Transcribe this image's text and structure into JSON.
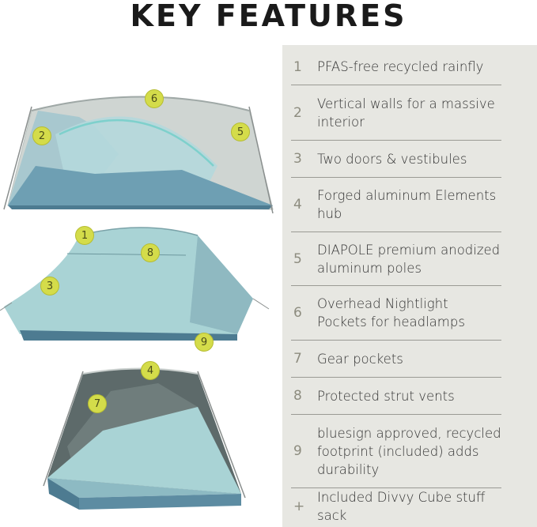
{
  "title": "KEY FEATURES",
  "features": [
    {
      "num": "1",
      "text": "PFAS-free recycled rainfly"
    },
    {
      "num": "2",
      "text": "Vertical walls for a massive interior"
    },
    {
      "num": "3",
      "text": "Two doors & vestibules"
    },
    {
      "num": "4",
      "text": "Forged aluminum Elements hub"
    },
    {
      "num": "5",
      "text": "DIAPOLE premium anodized aluminum poles"
    },
    {
      "num": "6",
      "text": "Overhead Nightlight Pockets for headlamps"
    },
    {
      "num": "7",
      "text": "Gear pockets"
    },
    {
      "num": "8",
      "text": "Protected strut vents"
    },
    {
      "num": "9",
      "text": "bluesign approved, recycled footprint (included) adds durability"
    },
    {
      "num": "+",
      "text": "Included Divvy Cube stuff sack"
    }
  ],
  "badges": {
    "top_a": "6",
    "top_b": "2",
    "top_c": "5",
    "mid_a": "1",
    "mid_b": "8",
    "mid_c": "3",
    "mid_d": "9",
    "bot_a": "4",
    "bot_b": "7"
  },
  "colors": {
    "panel": "#e7e7e2",
    "badge": "#d4dc4a",
    "number": "#8d8c7f",
    "tent_light": "#a7d1d6",
    "tent_dark": "#5f8fa6"
  }
}
